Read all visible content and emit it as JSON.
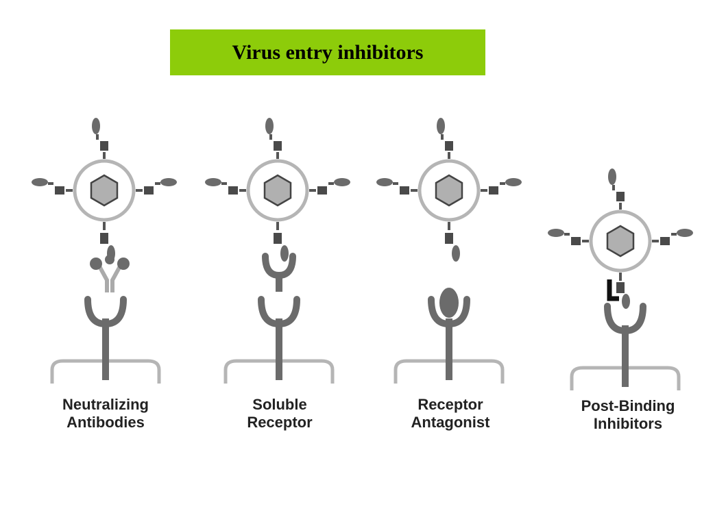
{
  "title": "Virus entry inhibitors",
  "colors": {
    "title_background": "#8dcc0a",
    "title_text": "#000000",
    "membrane": "#b5b5b5",
    "virus_envelope": "#b5b5b5",
    "capsid_fill": "#b0b0b0",
    "protein_dark": "#6b6b6b",
    "spike_block": "#4a4a4a",
    "inhibitor": "#111111",
    "label_text": "#222222"
  },
  "icons": {
    "virus": "virus-particle-icon",
    "receptor": "y-shaped-receptor-icon",
    "antibody": "antibody-icon",
    "soluble_receptor": "soluble-receptor-icon",
    "antagonist": "antagonist-molecule-icon",
    "post_binding_inhibitor": "l-shaped-inhibitor-icon"
  },
  "panels": [
    {
      "id": "neutralizing-antibodies",
      "label_lines": [
        "Neutralizing",
        "Antibodies"
      ]
    },
    {
      "id": "soluble-receptor",
      "label_lines": [
        "Soluble",
        "Receptor"
      ]
    },
    {
      "id": "receptor-antagonist",
      "label_lines": [
        "Receptor",
        "Antagonist"
      ]
    },
    {
      "id": "post-binding-inhibitors",
      "label_lines": [
        "Post-Binding",
        "Inhibitors"
      ]
    }
  ]
}
